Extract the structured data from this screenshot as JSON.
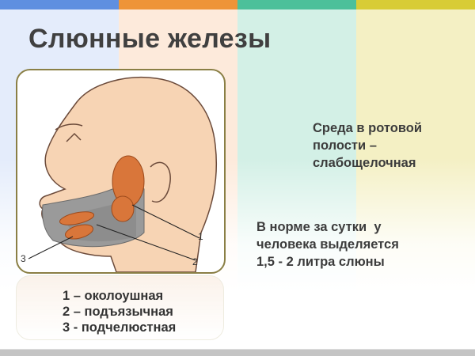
{
  "slide": {
    "title": "Слюнные железы",
    "colors": {
      "band_blue": "#5f8fe0",
      "band_orange": "#ee9438",
      "band_teal": "#4cc09a",
      "band_yellow": "#d8cc36",
      "title_text": "#404040",
      "frame_border": "#8a7f45",
      "skin": "#f7d4b4",
      "gland": "#d9763a",
      "mouth_gray": "#9a9a9a"
    }
  },
  "figure": {
    "alt": "Head profile with salivary glands",
    "labels": [
      "1",
      "2",
      "3"
    ]
  },
  "text_blocks": {
    "environment": [
      "Среда в ротовой",
      "полости –",
      "слабощелочная"
    ],
    "daily_amount": [
      "В норме за сутки  у",
      "человека выделяется",
      "1,5 - 2 литра слюны"
    ]
  },
  "legend": {
    "items": [
      "1 – околоушная",
      "2 – подъязычная",
      "3 - подчелюстная"
    ]
  }
}
